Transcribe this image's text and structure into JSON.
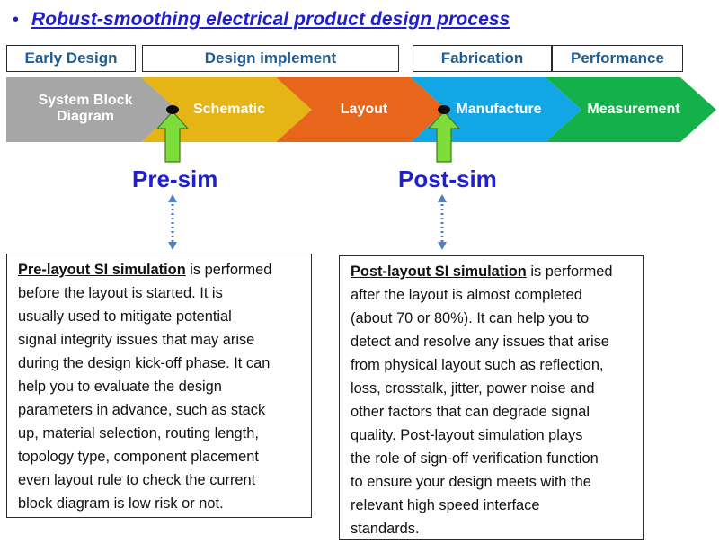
{
  "title": {
    "bullet": "•",
    "text": "Robust-smoothing electrical product design process"
  },
  "phases": [
    {
      "label": "Early Design"
    },
    {
      "label": "Design implement"
    },
    {
      "label": "Fabrication"
    },
    {
      "label": "Performance"
    }
  ],
  "stages": [
    {
      "line1": "System Block",
      "line2": "Diagram",
      "color": "#a6a6a6"
    },
    {
      "line1": "Schematic",
      "line2": "",
      "color": "#e5b415"
    },
    {
      "line1": "Layout",
      "line2": "",
      "color": "#e8651c"
    },
    {
      "line1": "Manufacture",
      "line2": "",
      "color": "#13a6e6"
    },
    {
      "line1": "Measurement",
      "line2": "",
      "color": "#14b04a"
    }
  ],
  "markers": {
    "pre_sim": "Pre-sim",
    "post_sim": "Post-sim",
    "arrow_color": "#7ddc3a",
    "dot_color": "#0a0a0a",
    "dotted_color": "#4f7fc4"
  },
  "pre_box": {
    "lead": "Pre-layout SI simulation",
    "lines": [
      " is performed",
      "before the layout is started. It is",
      "usually used to mitigate potential",
      "signal integrity issues that may arise",
      "during the design kick-off phase. It can",
      "help you to evaluate the design",
      "parameters in advance, such as stack",
      "up, material selection, routing length,",
      "topology type, component placement",
      "even layout rule to check the current",
      "block diagram is low risk or not."
    ]
  },
  "post_box": {
    "lead": "Post-layout SI simulation",
    "lines": [
      " is performed",
      "after the layout is almost completed",
      "(about 70 or 80%). It can help you to",
      "detect and resolve any issues that arise",
      "from physical layout such as reflection,",
      "loss, crosstalk, jitter, power noise and",
      "other factors that can degrade signal",
      "quality. Post-layout simulation plays",
      "the role of sign-off verification function",
      "to ensure your design meets with the",
      "relevant high speed interface",
      "standards."
    ]
  }
}
